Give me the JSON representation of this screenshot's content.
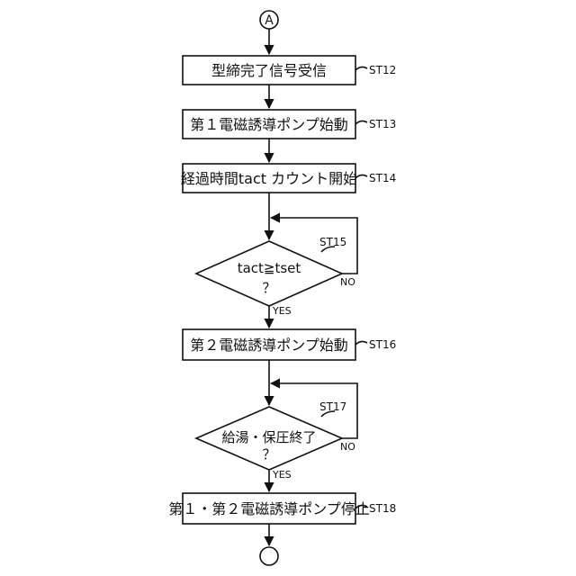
{
  "connector_start": "A",
  "steps": {
    "st12": {
      "text": "型締完了信号受信",
      "id": "ST12"
    },
    "st13": {
      "text": "第１電磁誘導ポンプ始動",
      "id": "ST13"
    },
    "st14": {
      "text": "経過時間tact カウント開始",
      "id": "ST14"
    },
    "st15": {
      "line1": "tact≧tset",
      "line2": "？",
      "id": "ST15",
      "no": "NO",
      "yes": "YES"
    },
    "st16": {
      "text": "第２電磁誘導ポンプ始動",
      "id": "ST16"
    },
    "st17": {
      "line1": "給湯・保圧終了",
      "line2": "？",
      "id": "ST17",
      "no": "NO",
      "yes": "YES"
    },
    "st18": {
      "text": "第１・第２電磁誘導ポンプ停止",
      "id": "ST18"
    }
  },
  "colors": {
    "stroke": "#111111",
    "background": "#ffffff"
  }
}
